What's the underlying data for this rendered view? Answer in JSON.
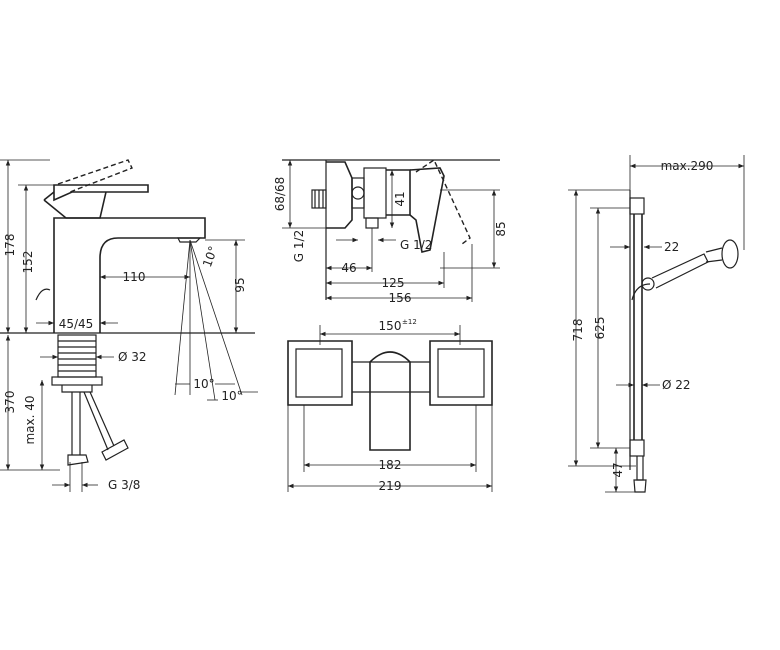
{
  "basin_mixer": {
    "dims": {
      "height_total": "178",
      "height_lever": "152",
      "spout_reach": "110",
      "spout_height": "95",
      "spout_angle": "10°",
      "spray_angle_1": "10°",
      "spray_angle_2": "10°",
      "lever_angle": "45/45",
      "shank_diameter": "Ø 32",
      "below_counter": "370",
      "max_thickness": "max. 40",
      "connection": "G 3/8"
    }
  },
  "shower_mixer": {
    "dims": {
      "eccentric": "68/68",
      "body_depth": "41",
      "thread_left": "G 1/2",
      "thread_right": "G 1/2",
      "offset_46": "46",
      "projection_85": "85",
      "depth_125": "125",
      "depth_156": "156",
      "centers": "150",
      "tolerance": "±12",
      "width_182": "182",
      "width_219": "219"
    }
  },
  "shower_rail": {
    "dims": {
      "max_reach": "max.290",
      "bracket_22": "22",
      "rail_diameter": "Ø 22",
      "total_length": "718",
      "bracket_distance": "625",
      "bottom_offset": "47"
    }
  }
}
